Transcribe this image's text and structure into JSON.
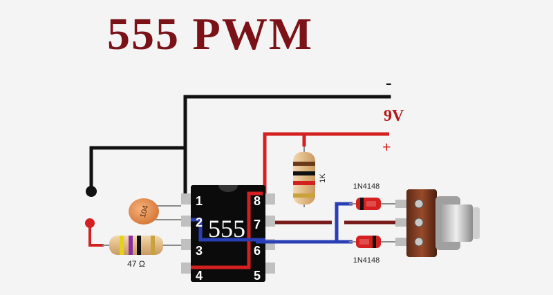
{
  "title": "555 PWM",
  "supply": {
    "minus_label": "-",
    "voltage_label": "9V",
    "plus_label": "+"
  },
  "chip": {
    "label": "555",
    "pins": [
      "1",
      "2",
      "3",
      "4",
      "5",
      "6",
      "7",
      "8"
    ]
  },
  "components": {
    "capacitor_label": "104",
    "resistor_1k_label": "1K",
    "resistor_47_label": "47 Ω",
    "diode_top_label": "1N4148",
    "diode_bottom_label": "1N4148"
  },
  "colors": {
    "title": "#7a1218",
    "positive_wire": "#d42020",
    "ground_wire": "#111111",
    "trigger_wire": "#2a3fb5",
    "discharge_wire": "#7a1a1a"
  }
}
